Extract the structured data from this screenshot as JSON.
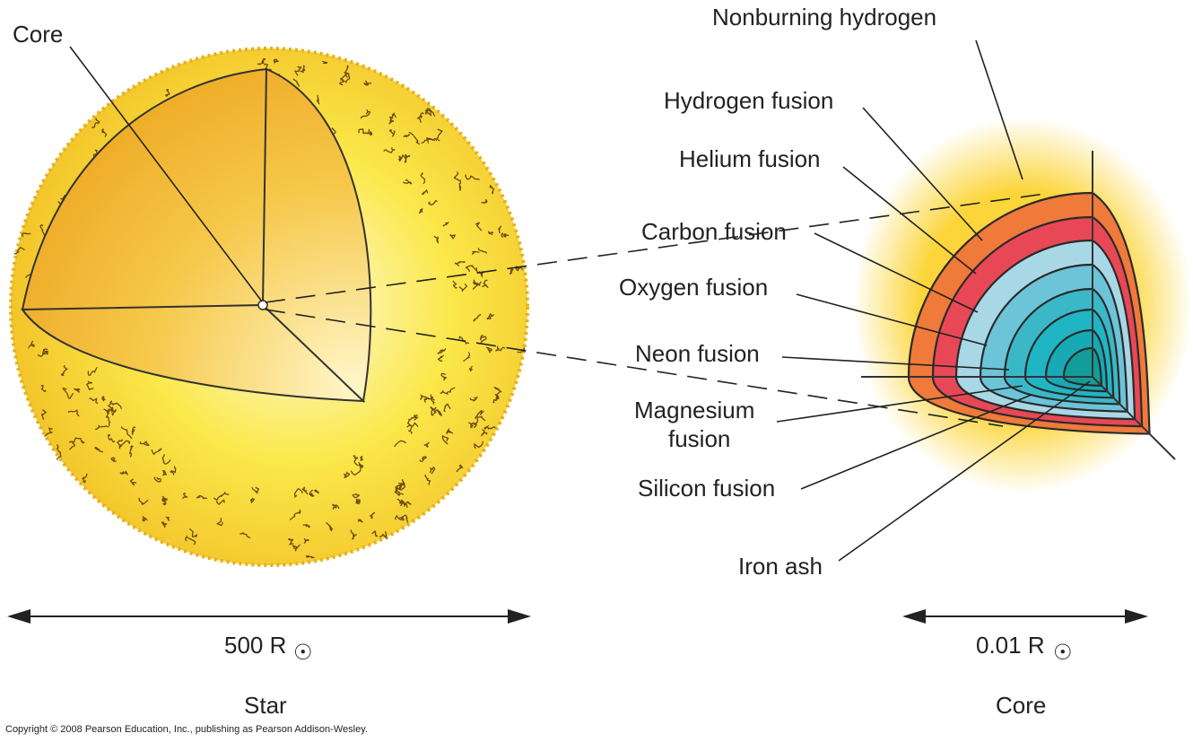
{
  "labels": {
    "core_star": "Core",
    "nonburning_hydrogen": "Nonburning hydrogen",
    "hydrogen_fusion": "Hydrogen fusion",
    "helium_fusion": "Helium fusion",
    "carbon_fusion": "Carbon fusion",
    "oxygen_fusion": "Oxygen fusion",
    "neon_fusion": "Neon fusion",
    "magnesium_fusion_1": "Magnesium",
    "magnesium_fusion_2": "fusion",
    "silicon_fusion": "Silicon fusion",
    "iron_ash": "Iron ash"
  },
  "scales": {
    "star_size": "500 R",
    "core_size": "0.01 R",
    "sun_symbol": "☉"
  },
  "captions": {
    "star": "Star",
    "core": "Core"
  },
  "copyright": "Copyright © 2008 Pearson Education, Inc., publishing as Pearson Addison-Wesley.",
  "colors": {
    "star": "#f7dc2c",
    "star_interior": "#f2b533",
    "hydrogen_shell": "#ef7a3a",
    "helium_shell": "#e84855",
    "carbon_shell": "#a8d8e6",
    "inner_teal": "#1fb5c4"
  }
}
